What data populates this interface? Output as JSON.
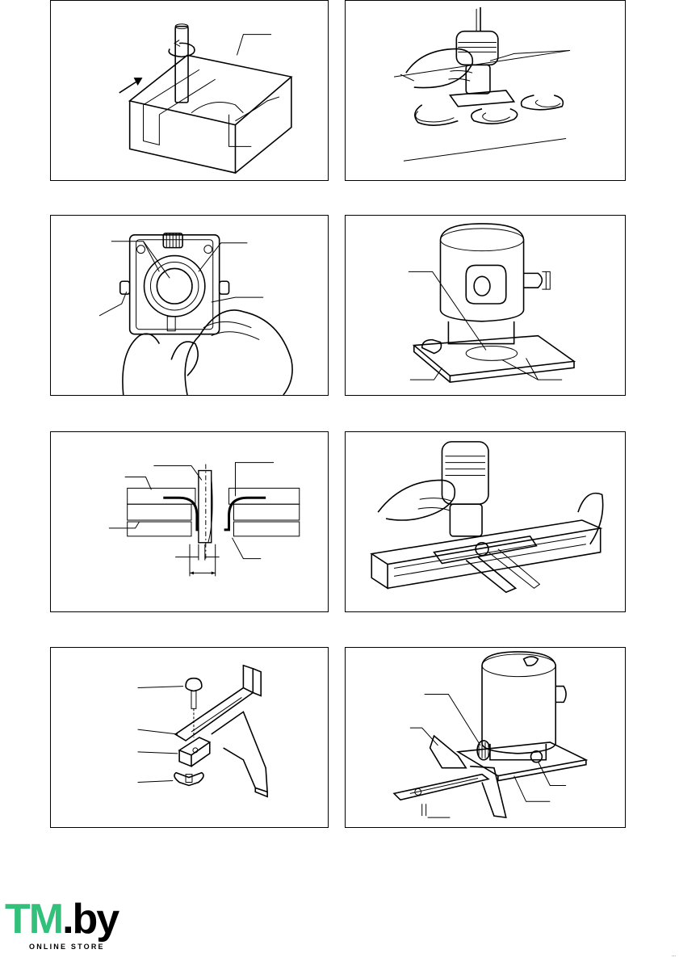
{
  "logo": {
    "brand": "TM.by",
    "brand_accent": "TM",
    "brand_rest": ".by",
    "tagline": "ONLINE STORE",
    "accent_color": "#33c07a"
  },
  "footer": {
    "code": "..."
  },
  "figures": [
    {
      "id": "fig-1",
      "subject": "bit-and-workpiece"
    },
    {
      "id": "fig-2",
      "subject": "template-routing"
    },
    {
      "id": "fig-3",
      "subject": "base-adjustment"
    },
    {
      "id": "fig-4",
      "subject": "trimmer-body"
    },
    {
      "id": "fig-5",
      "subject": "templet-guide-section"
    },
    {
      "id": "fig-6",
      "subject": "straight-guide-routing"
    },
    {
      "id": "fig-7",
      "subject": "guide-parts"
    },
    {
      "id": "fig-8",
      "subject": "trimmer-with-guide"
    }
  ]
}
